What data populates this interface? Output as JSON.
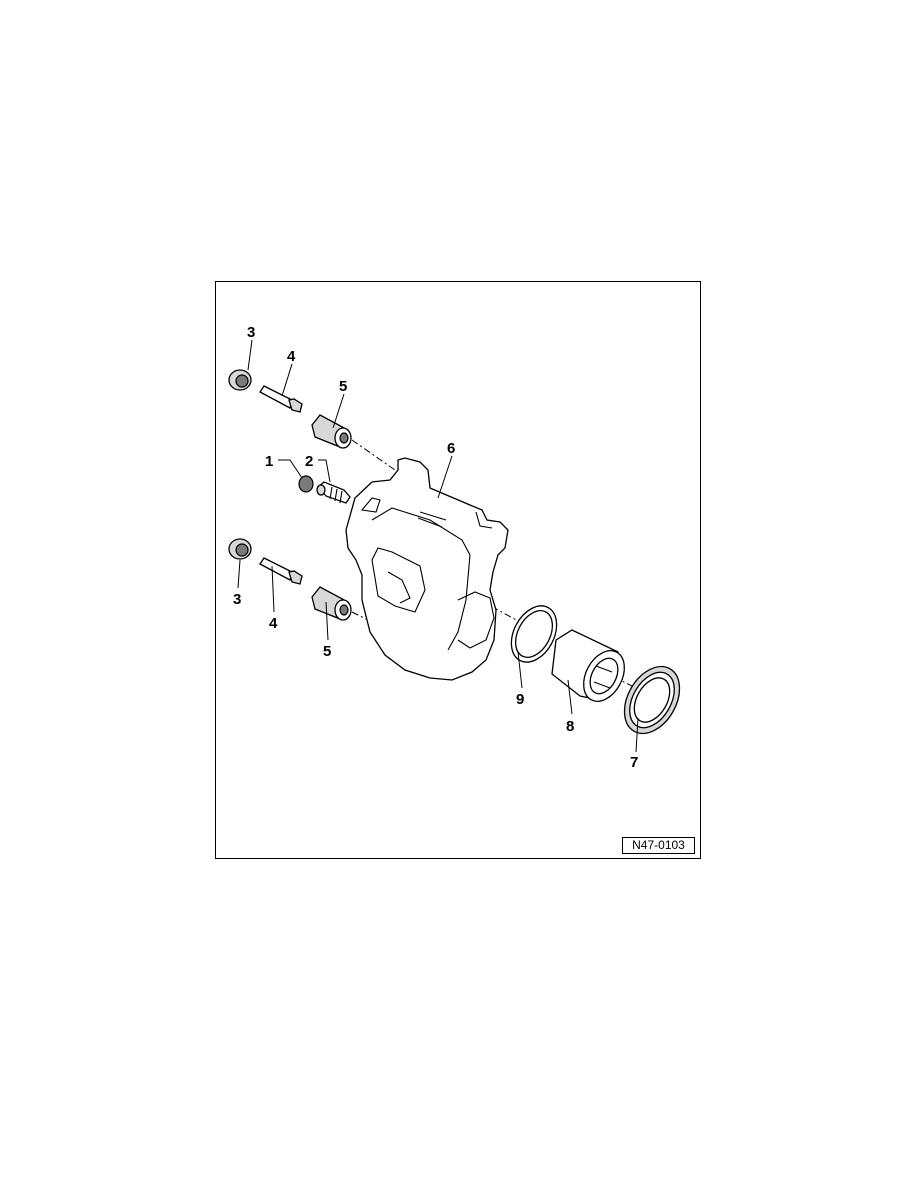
{
  "figure": {
    "id_label": "N47-0103",
    "callouts": {
      "c1": "1",
      "c2": "2",
      "c3a": "3",
      "c3b": "3",
      "c4a": "4",
      "c4b": "4",
      "c5a": "5",
      "c5b": "5",
      "c6": "6",
      "c7": "7",
      "c8": "8",
      "c9": "9"
    }
  }
}
